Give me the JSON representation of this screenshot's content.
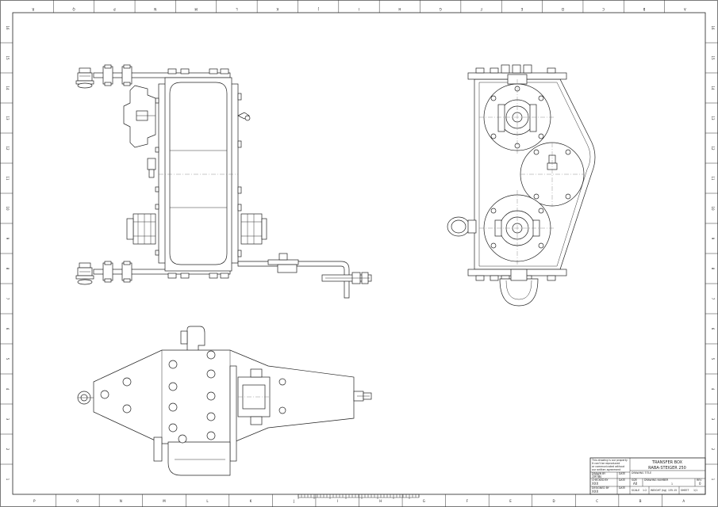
{
  "zones": {
    "top": [
      "R",
      "Q",
      "P",
      "N",
      "M",
      "L",
      "K",
      "J",
      "I",
      "H",
      "G",
      "F",
      "E",
      "D",
      "C",
      "B",
      "A"
    ],
    "bottom": [
      "P",
      "O",
      "N",
      "M",
      "L",
      "K",
      "J",
      "I",
      "H",
      "G",
      "F",
      "E",
      "D",
      "C",
      "B",
      "A"
    ],
    "left": [
      "1",
      "2",
      "3",
      "4",
      "5",
      "6",
      "7",
      "8",
      "9",
      "10",
      "11",
      "12",
      "13",
      "14",
      "15",
      "16"
    ],
    "right": [
      "16",
      "15",
      "14",
      "13",
      "12",
      "11",
      "10",
      "9",
      "8",
      "7",
      "6",
      "5",
      "4",
      "3",
      "2",
      "1"
    ]
  },
  "title_block": {
    "notice_line1": "This drawing is our property",
    "notice_line2": "It can't be reproduced",
    "notice_line3": "or communicated without",
    "notice_line4": "our written agreement",
    "title_line1": "TRANSFER BOX",
    "title_line2": "RABA-STEIGER 250",
    "drawing_title_label": "DRAWING TITLE",
    "drawn_by_label": "DRAWN BY",
    "drawn_by_value": "1978s",
    "date_label": "DATE",
    "checked_by_label": "CHECKED BY",
    "checked_by_value": "XXX",
    "designed_by_label": "DESIGNED BY",
    "designed_by_value": "XXX",
    "size_label": "SIZE",
    "size_value": "A0",
    "drawing_number_label": "DRAWING NUMBER",
    "drawing_number_value": "1",
    "rev_label": "REV",
    "rev_value": "0",
    "scale_label": "SCALE",
    "scale_value": "1:2",
    "weight_label": "WEIGHT (kg)",
    "weight_value": "135.15",
    "sheet_label": "SHEET",
    "sheet_value": "1/1"
  }
}
